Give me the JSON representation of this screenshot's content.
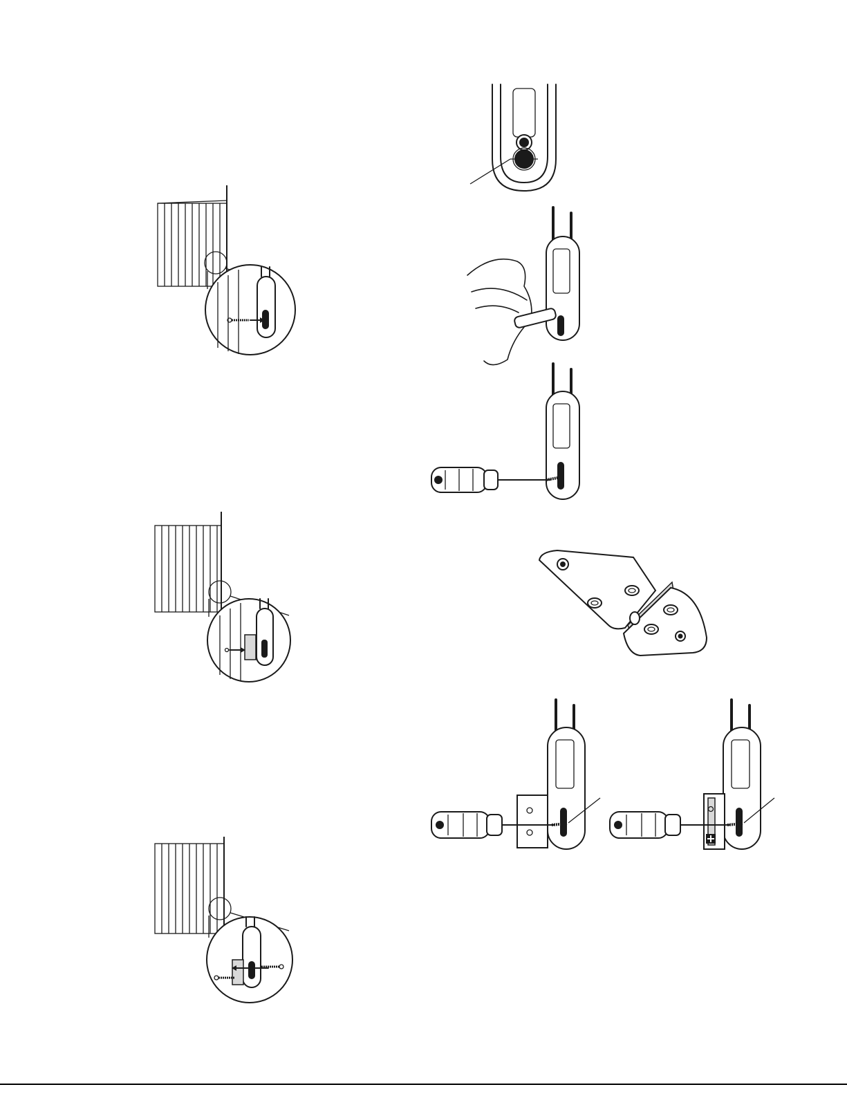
{
  "page": {
    "description_labels": []
  },
  "figures": {
    "left": [
      {
        "name": "step1-blind-wand-screw"
      },
      {
        "name": "step2-blind-bracket"
      },
      {
        "name": "step3-blind-bracket-screws"
      }
    ],
    "right": [
      {
        "name": "wand-bottom-hole-closeup"
      },
      {
        "name": "hand-pushing-pin"
      },
      {
        "name": "screwdriver-screw"
      },
      {
        "name": "hinge-bracket"
      },
      {
        "name": "bracket-screwdriver-a"
      },
      {
        "name": "bracket-screwdriver-b"
      }
    ]
  }
}
